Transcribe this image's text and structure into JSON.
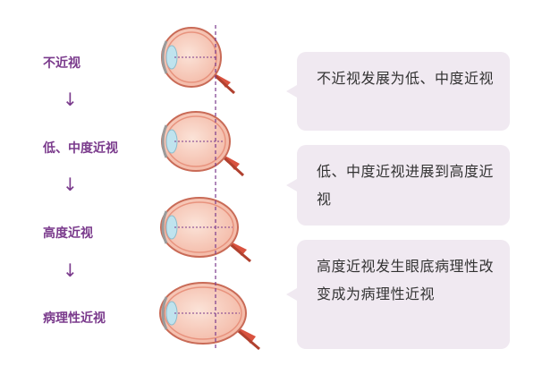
{
  "stages": [
    {
      "label": "不近视"
    },
    {
      "label": "低、中度近视"
    },
    {
      "label": "高度近视"
    },
    {
      "label": "病理性近视"
    }
  ],
  "arrows": [
    "↓",
    "↓",
    "↓"
  ],
  "descriptions": [
    "不近视发展为低、中度近视",
    "低、中度近视进展到高度近视",
    "高度近视发生眼底病理性改变成为病理性近视"
  ],
  "colors": {
    "label": "#7a3a8c",
    "card_bg": "#f0e9f1",
    "eye_fill": "#f6c3b3",
    "eye_outline": "#c96b57",
    "optic_nerve": "#d9523f",
    "focus_line": "#7a3a8c"
  },
  "icons": [
    "eye-side-section-icon",
    "down-arrow-icon"
  ]
}
